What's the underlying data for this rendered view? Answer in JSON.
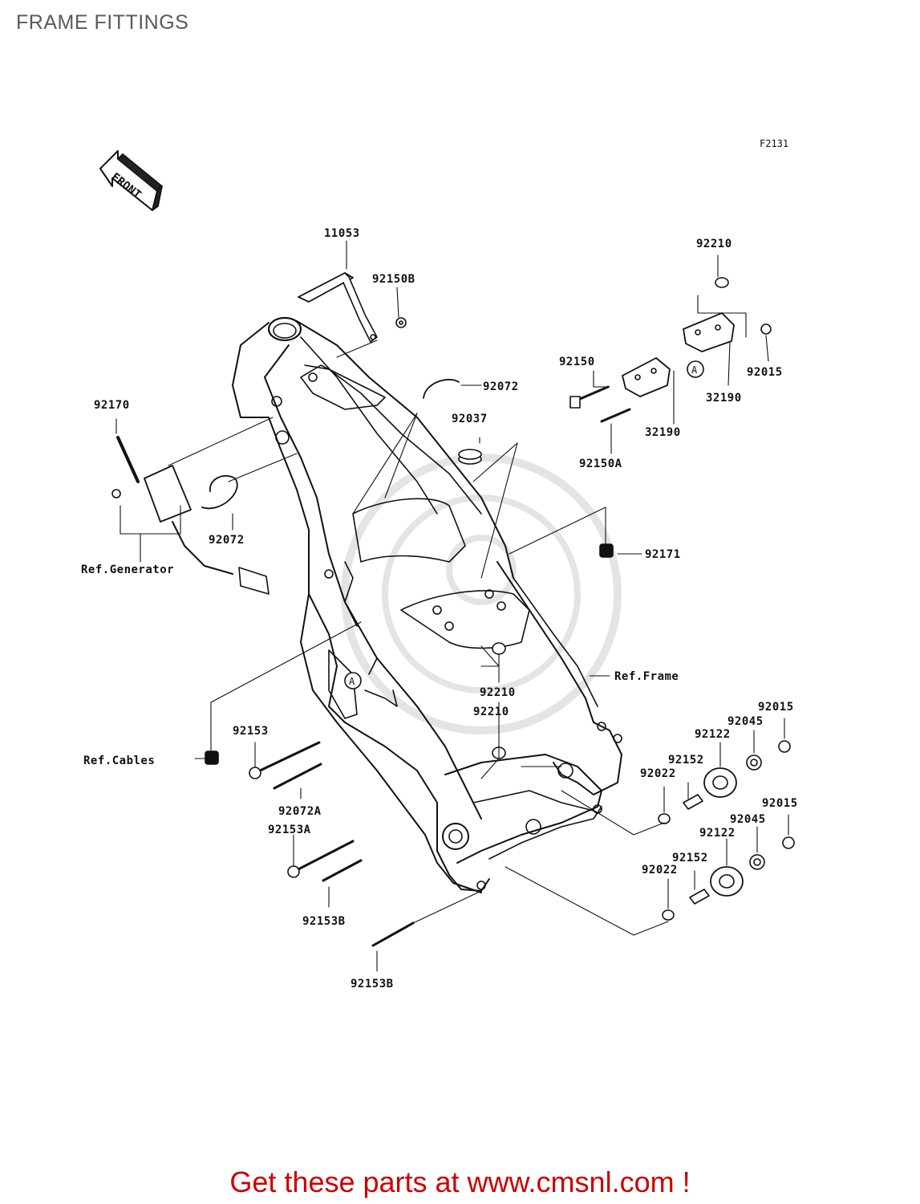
{
  "title": "FRAME FITTINGS",
  "figure_code": "F2131",
  "front_marker": "FRONT",
  "parts": [
    {
      "id": "11053",
      "label": "11053"
    },
    {
      "id": "92150B",
      "label": "92150B"
    },
    {
      "id": "92210-top",
      "label": "92210"
    },
    {
      "id": "92015-top",
      "label": "92015"
    },
    {
      "id": "92150",
      "label": "92150"
    },
    {
      "id": "32190-a",
      "label": "32190"
    },
    {
      "id": "32190-b",
      "label": "32190"
    },
    {
      "id": "92150A",
      "label": "92150A"
    },
    {
      "id": "92072-top",
      "label": "92072"
    },
    {
      "id": "92037",
      "label": "92037"
    },
    {
      "id": "92170",
      "label": "92170"
    },
    {
      "id": "92072-left",
      "label": "92072"
    },
    {
      "id": "92171",
      "label": "92171"
    },
    {
      "id": "92210-mid1",
      "label": "92210"
    },
    {
      "id": "92210-mid2",
      "label": "92210"
    },
    {
      "id": "92153",
      "label": "92153"
    },
    {
      "id": "92072A",
      "label": "92072A"
    },
    {
      "id": "92153A",
      "label": "92153A"
    },
    {
      "id": "92153B-1",
      "label": "92153B"
    },
    {
      "id": "92153B-2",
      "label": "92153B"
    },
    {
      "id": "92015-r1",
      "label": "92015"
    },
    {
      "id": "92045-r1",
      "label": "92045"
    },
    {
      "id": "92122-r1",
      "label": "92122"
    },
    {
      "id": "92152-r1",
      "label": "92152"
    },
    {
      "id": "92022-r1",
      "label": "92022"
    },
    {
      "id": "92015-r2",
      "label": "92015"
    },
    {
      "id": "92045-r2",
      "label": "92045"
    },
    {
      "id": "92122-r2",
      "label": "92122"
    },
    {
      "id": "92152-r2",
      "label": "92152"
    },
    {
      "id": "92022-r2",
      "label": "92022"
    }
  ],
  "references": {
    "generator": "Ref.Generator",
    "frame": "Ref.Frame",
    "cables": "Ref.Cables"
  },
  "callouts": {
    "a1": "A",
    "a2": "A"
  },
  "footer": "Get these parts at www.cmsnl.com !"
}
